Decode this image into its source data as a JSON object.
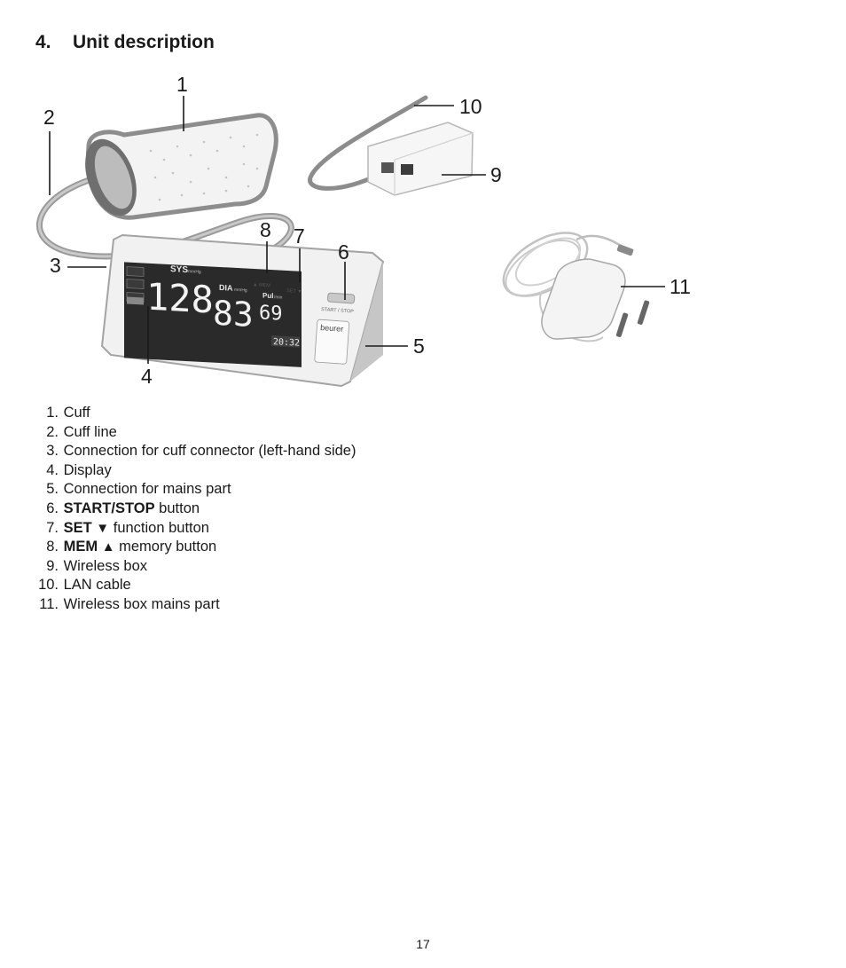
{
  "section": {
    "number": "4.",
    "title": "Unit description"
  },
  "callouts": [
    "1",
    "2",
    "3",
    "4",
    "5",
    "6",
    "7",
    "8",
    "9",
    "10",
    "11"
  ],
  "display": {
    "sys_label": "SYS",
    "dia_label": "DIA",
    "pul_label": "Pul",
    "sys_unit": "mmHg",
    "dia_unit": "mmHg",
    "pul_unit": "/min",
    "sys": "128",
    "dia": "83",
    "pulse": "69",
    "time": "20:32",
    "mem_label": "▲ MEM",
    "set_label": "SET ▼",
    "start_label": "START / STOP",
    "brand": "beurer"
  },
  "items": [
    {
      "num": "1.",
      "bold": "",
      "text": "Cuff"
    },
    {
      "num": "2.",
      "bold": "",
      "text": "Cuff line"
    },
    {
      "num": "3.",
      "bold": "",
      "text": "Connection for cuff connector (left-hand side)"
    },
    {
      "num": "4.",
      "bold": "",
      "text": "Display"
    },
    {
      "num": "5.",
      "bold": "",
      "text": "Connection for mains part"
    },
    {
      "num": "6.",
      "bold": "START/STOP",
      "text": "button"
    },
    {
      "num": "7.",
      "bold": "SET",
      "symbol": "▼",
      "text": "function button"
    },
    {
      "num": "8.",
      "bold": "MEM",
      "symbol": "▲",
      "text": "memory button"
    },
    {
      "num": "9.",
      "bold": "",
      "text": "Wireless box"
    },
    {
      "num": "10.",
      "bold": "",
      "text": "LAN cable"
    },
    {
      "num": "11.",
      "bold": "",
      "text": "Wireless box mains part"
    }
  ],
  "page_number": "17"
}
